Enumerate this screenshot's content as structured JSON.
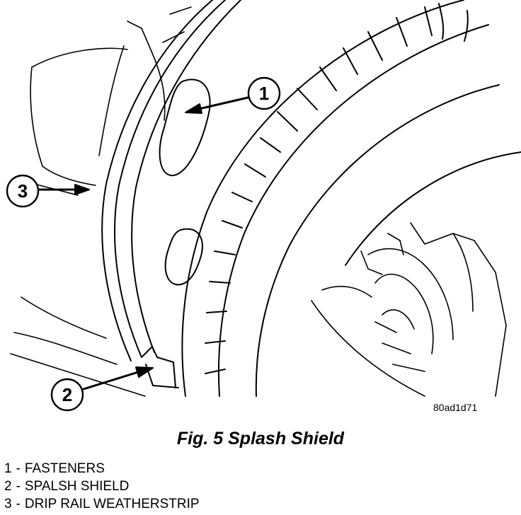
{
  "diagram": {
    "image_id": "80ad1d71",
    "callouts": [
      {
        "number": "1",
        "target": "fasteners"
      },
      {
        "number": "2",
        "target": "splash-shield"
      },
      {
        "number": "3",
        "target": "drip-rail-weatherstrip"
      }
    ]
  },
  "caption": "Fig. 5 Splash Shield",
  "legend": [
    {
      "number": "1",
      "separator": "-",
      "label": "FASTENERS"
    },
    {
      "number": "2",
      "separator": "-",
      "label": "SPALSH SHIELD"
    },
    {
      "number": "3",
      "separator": "-",
      "label": "DRIP RAIL WEATHERSTRIP"
    }
  ]
}
